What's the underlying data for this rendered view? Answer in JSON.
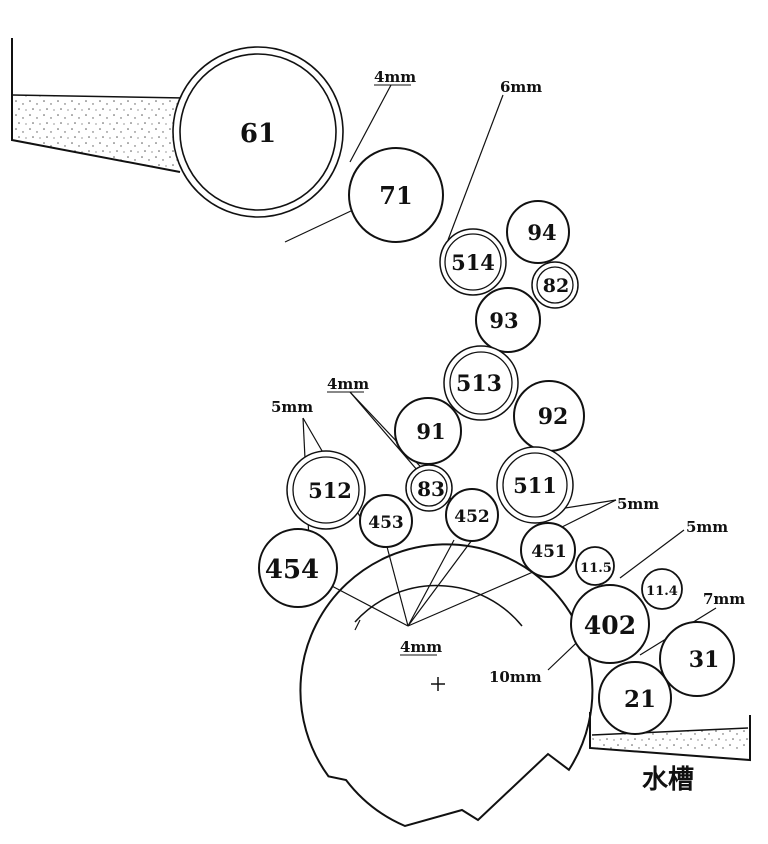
{
  "rollers": {
    "r61": "61",
    "r71": "71",
    "r514": "514",
    "r94": "94",
    "r82": "82",
    "r93": "93",
    "r513": "513",
    "r92": "92",
    "r91": "91",
    "r512": "512",
    "r83": "83",
    "r511": "511",
    "r453": "453",
    "r452": "452",
    "r454": "454",
    "r451": "451",
    "r11_5": "11.5",
    "r11_4": "11.4",
    "r402": "402",
    "r31": "31",
    "r21": "21"
  },
  "labels": {
    "gap_71": "4mm",
    "gap_514": "6mm",
    "gap_512_left": "5mm",
    "gap_83": "4mm",
    "gap_511": "5mm",
    "gap_402": "5mm",
    "gap_31": "7mm",
    "gap_plate": "4mm",
    "gap_10": "10mm",
    "water_tank": "水槽"
  }
}
